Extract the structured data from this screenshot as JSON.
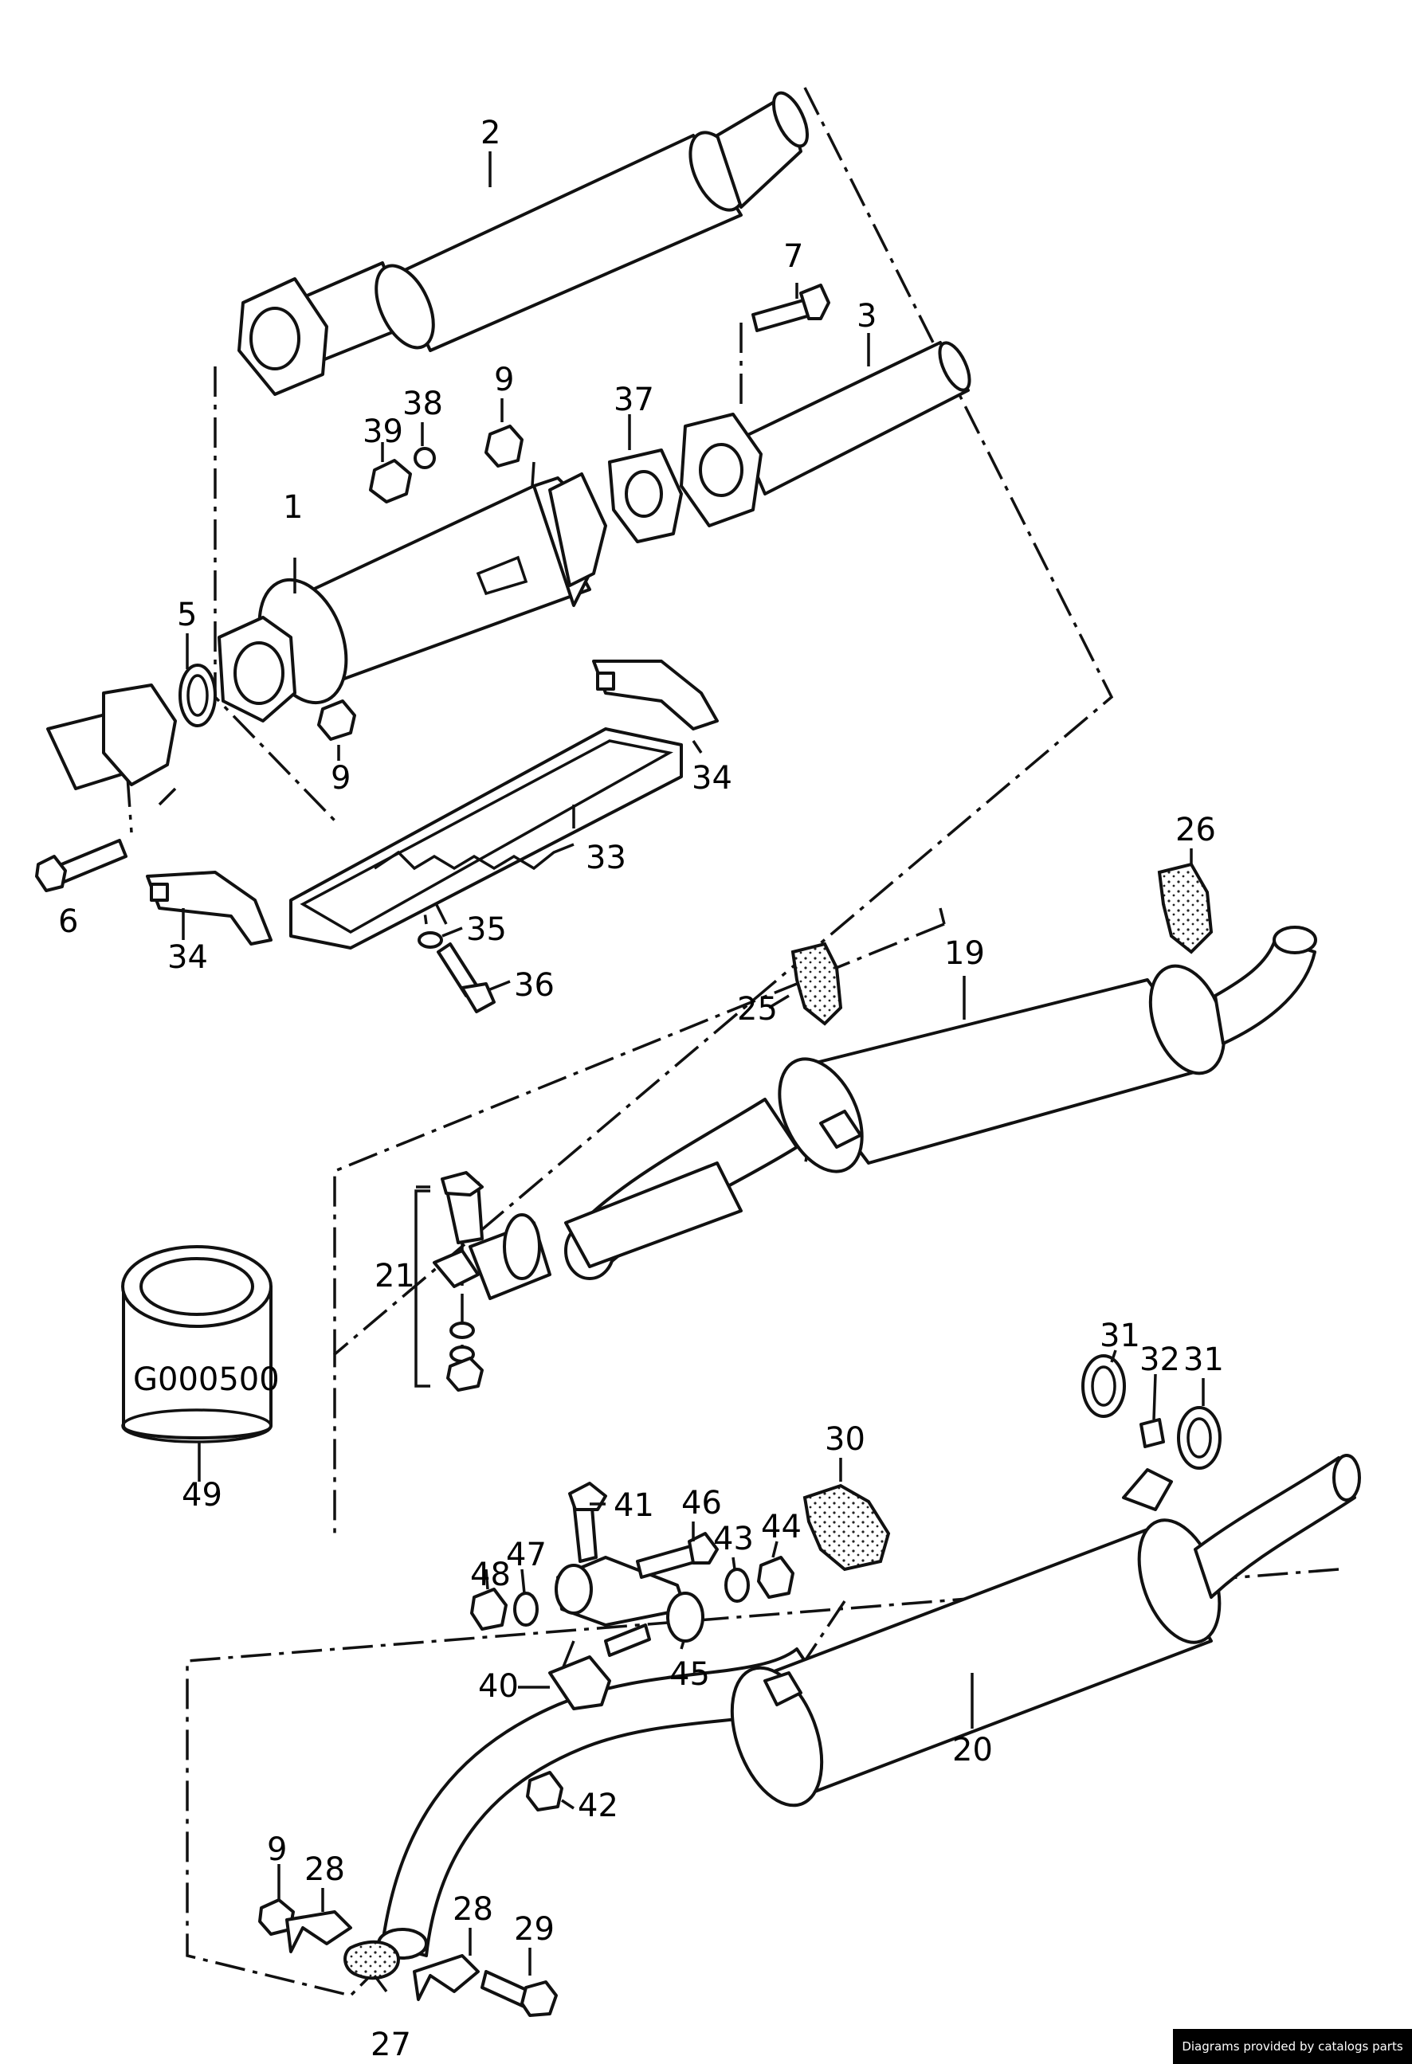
{
  "labels": {
    "p1": "1",
    "p2": "2",
    "p3": "3",
    "p5": "5",
    "p6": "6",
    "p7": "7",
    "p9a": "9",
    "p9b": "9",
    "p9c": "9",
    "p19": "19",
    "p20": "20",
    "p21": "21",
    "p25": "25",
    "p26": "26",
    "p27": "27",
    "p28a": "28",
    "p28b": "28",
    "p29": "29",
    "p30": "30",
    "p31a": "31",
    "p31b": "31",
    "p32": "32",
    "p33": "33",
    "p34a": "34",
    "p34b": "34",
    "p35": "35",
    "p36": "36",
    "p37": "37",
    "p38": "38",
    "p39": "39",
    "p40": "40",
    "p41": "41",
    "p42": "42",
    "p43": "43",
    "p44": "44",
    "p45": "45",
    "p46": "46",
    "p47": "47",
    "p48": "48",
    "p49": "49"
  },
  "can_label": "G000500",
  "footer": "Diagrams provided by catalogs parts"
}
